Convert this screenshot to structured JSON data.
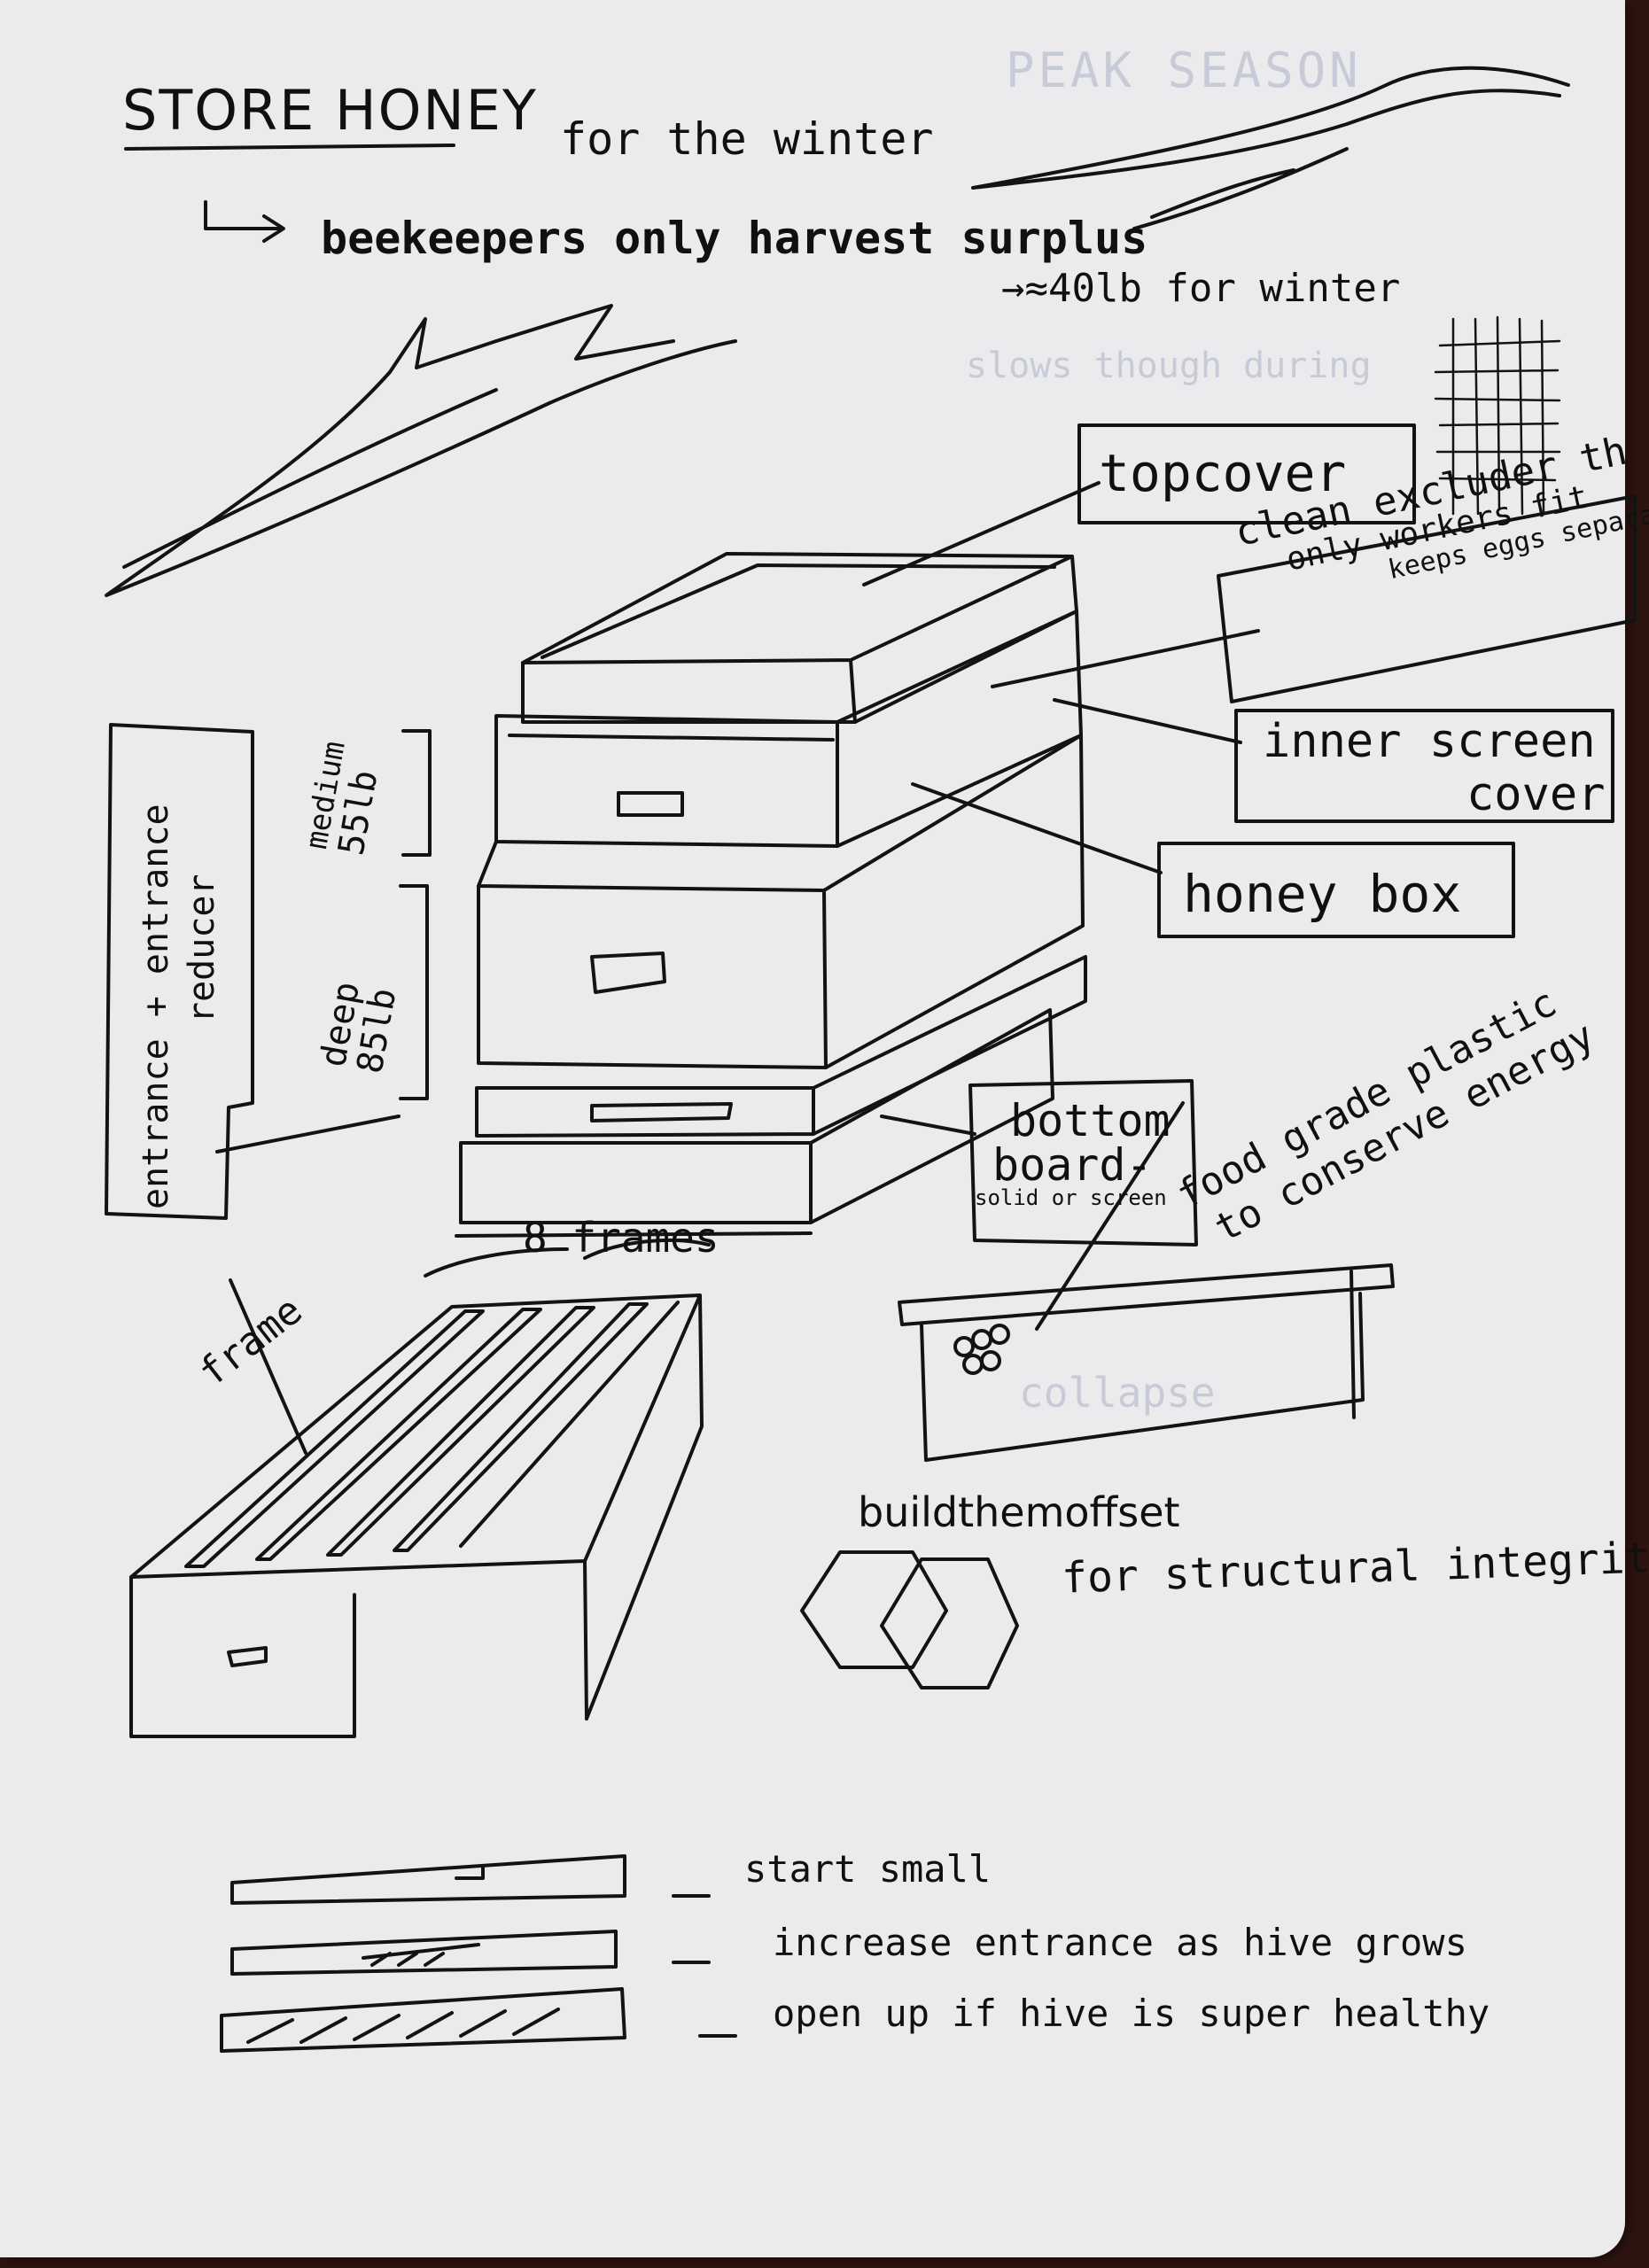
{
  "notes": {
    "title": "STORE HONEY",
    "title_tail": "for the winter",
    "harvest": "beekeepers only harvest surplus",
    "winter_amount": "→≈40lb for winter"
  },
  "labels": {
    "topcover": "topcover",
    "excluder_title": "clean excluder th",
    "excluder_line1": "only workers fit",
    "excluder_line2": "keeps eggs separate",
    "inner_cover_line1": "inner screen",
    "inner_cover_line2": "cover",
    "honey_box": "honey box",
    "bottom_board_line1": "bottom",
    "bottom_board_line2": "board-",
    "bottom_board_line3": "solid or screen",
    "plastic_line1": "food grade plastic",
    "plastic_line2": "to conserve energy",
    "medium_title": "medium",
    "medium_size": "55lb",
    "deep_title": "deep",
    "deep_size": "85lb",
    "entrance_line1": "entrance + entrance",
    "entrance_line2": "reducer",
    "frames_count": "8 frames",
    "frame": "frame",
    "build_offset": "buildthemoffset",
    "structural": "for structural integrit"
  },
  "reducer_steps": [
    "start small",
    "increase entrance as hive grows",
    "open up if hive is super healthy"
  ],
  "bleed": {
    "line1": "PEAK SEASON",
    "line2": "slows though during",
    "line3": "collapse"
  }
}
